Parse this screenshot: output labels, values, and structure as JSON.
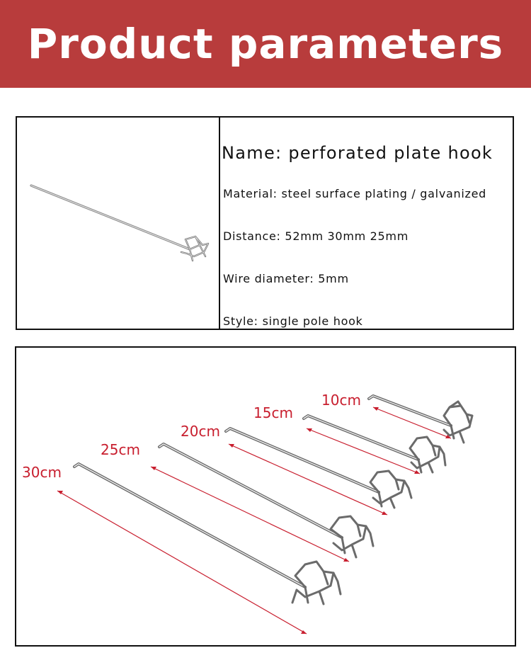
{
  "banner": {
    "title": "Product parameters"
  },
  "spec": {
    "name": "Name:  perforated plate hook",
    "material": "Material: steel surface plating / galvanized",
    "distance": "Distance:  52mm 30mm 25mm",
    "wire_diameter": "Wire diameter:  5mm",
    "style": "Style: single pole hook"
  },
  "sizes": [
    "10cm",
    "15cm",
    "20cm",
    "25cm",
    "30cm"
  ],
  "colors": {
    "banner": "#b83c3c",
    "dimension_red": "#c81e2e"
  }
}
